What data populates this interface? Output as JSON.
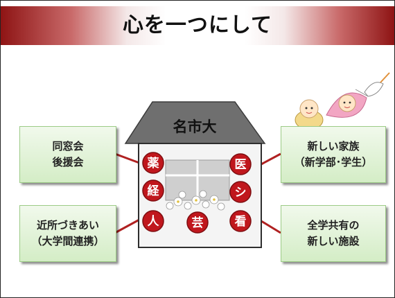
{
  "title": "心を一つにして",
  "house": {
    "label": "名市大",
    "badges": {
      "yaku": "薬",
      "kei": "経",
      "jin": "人",
      "gei": "芸",
      "i": "医",
      "shi": "シ",
      "kan": "看"
    }
  },
  "boxes": {
    "top_left": [
      "同窓会",
      "後援会"
    ],
    "bottom_left": [
      "近所づきあい",
      "（大学間連携）"
    ],
    "top_right": [
      "新しい家族",
      "（新学部･学生）"
    ],
    "bottom_right": [
      "全学共有の",
      "新しい施設"
    ]
  },
  "colors": {
    "title_gradient_edge": "#8e1414",
    "box_fill": "#d4edc6",
    "box_border": "#9ccb86",
    "badge_red": "#c0171d",
    "connector": "#b02121",
    "roof": "#6f6f6f",
    "house_wall": "#f4f4f4",
    "house_border": "#2e2e2e"
  },
  "icons": [
    "stork-icon",
    "baby-icon",
    "flower-icon"
  ]
}
